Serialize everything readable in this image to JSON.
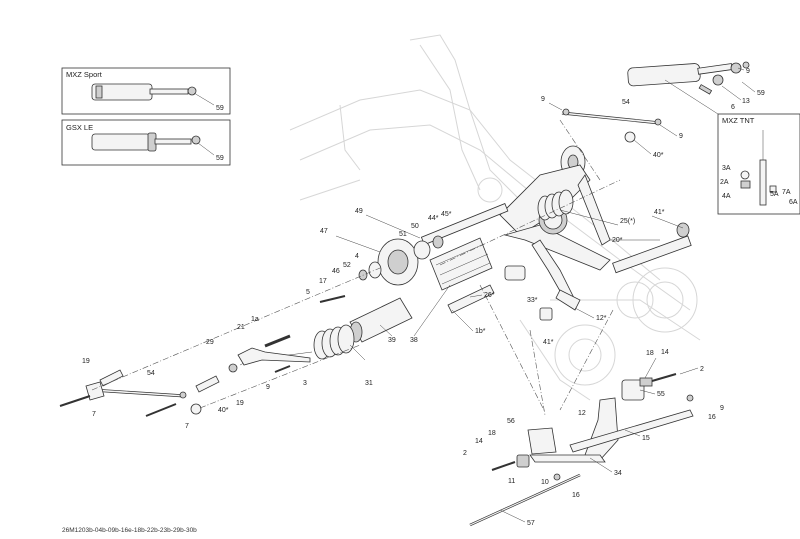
{
  "inset_boxes": [
    {
      "title": "MXZ Sport",
      "callouts": [
        "59"
      ]
    },
    {
      "title": "GSX LE",
      "callouts": [
        "59"
      ]
    },
    {
      "title": "MXZ TNT",
      "callouts": [
        "3A",
        "2A",
        "4A",
        "5A",
        "7A",
        "6A"
      ]
    }
  ],
  "callouts": {
    "c_9_a": "9",
    "c_59_a": "59",
    "c_13": "13",
    "c_6": "6",
    "c_9_b": "9",
    "c_54_a": "54",
    "c_9_c": "9",
    "c_40_a": "40*",
    "c_49": "49",
    "c_44": "44*",
    "c_45": "45*",
    "c_51": "51",
    "c_50": "50",
    "c_47": "47",
    "c_4": "4",
    "c_52": "52",
    "c_46": "46",
    "c_17": "17",
    "c_5": "5",
    "c_25": "25(*)",
    "c_41_a": "41*",
    "c_20": "20*",
    "c_26": "26*",
    "c_33": "33*",
    "c_12_a": "12*",
    "c_1b": "1b*",
    "c_41_b": "41*",
    "c_1a": "1a",
    "c_21": "21",
    "c_29": "29",
    "c_39": "39",
    "c_38": "38",
    "c_19_a": "19",
    "c_54_b": "54",
    "c_9_d": "9",
    "c_3": "3",
    "c_31": "31",
    "c_19_b": "19",
    "c_7_a": "7",
    "c_40_b": "40*",
    "c_7_b": "7",
    "c_18_a": "18",
    "c_14_a": "14",
    "c_2_a": "2",
    "c_55": "55",
    "c_9_e": "9",
    "c_16_a": "16",
    "c_12_b": "12",
    "c_15": "15",
    "c_56": "56",
    "c_14_b": "14",
    "c_18_b": "18",
    "c_2_b": "2",
    "c_11": "11",
    "c_10": "10",
    "c_34": "34",
    "c_16_b": "16",
    "c_57": "57"
  },
  "footer_code": "26M1203b-04b-09b-16e-18b-22b-23b-29b-30b"
}
